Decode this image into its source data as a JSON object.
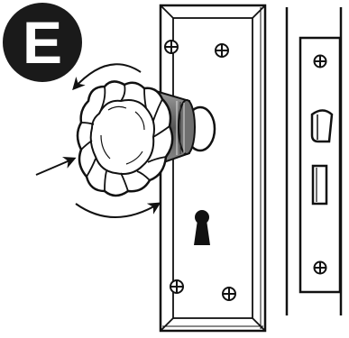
{
  "step": {
    "letter": "E"
  },
  "figure": {
    "parts": [
      "step-badge",
      "crystal-knob",
      "rotation-arrows",
      "push-arrow",
      "door-backplate",
      "keyhole",
      "mounting-screws",
      "mortise-lock-faceplate",
      "latch-bolt"
    ]
  },
  "colors": {
    "ink": "#111111",
    "paper": "#ffffff",
    "badge": "#1a1a1a",
    "spindle_dark": "#555555",
    "spindle_light": "#9a9a9a"
  }
}
